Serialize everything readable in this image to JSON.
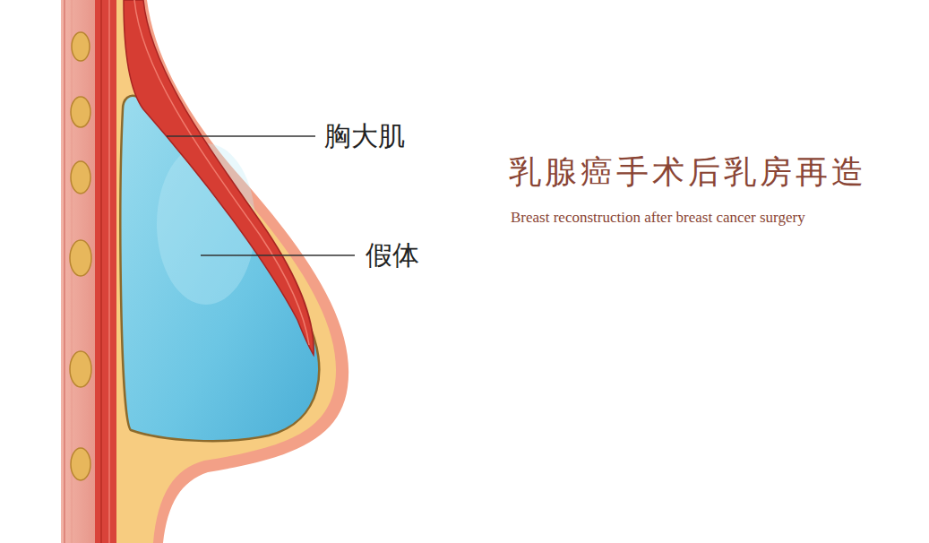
{
  "diagram": {
    "title": "乳腺癌手术后乳房再造",
    "caption": "Breast reconstruction after breast cancer surgery",
    "labels": [
      "胸大肌",
      "假体"
    ]
  }
}
